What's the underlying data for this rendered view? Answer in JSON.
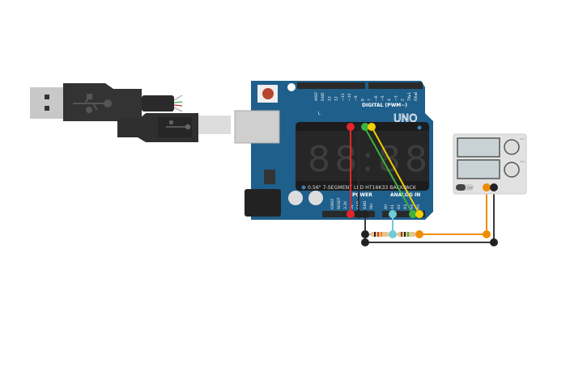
{
  "board": {
    "name": "UNO",
    "digital_label": "DIGITAL (PWM~)",
    "digital_pins": [
      "AREF",
      "GND",
      "13",
      "12",
      "~11",
      "~10",
      "~9",
      "8",
      "7",
      "~6",
      "~5",
      "4",
      "~3",
      "2",
      "TX▸1",
      "RX◂0"
    ],
    "power_label": "POWER",
    "power_pins": [
      "IOREF",
      "RESET",
      "3.3V",
      "5V",
      "GND",
      "GND",
      "Vin"
    ],
    "analog_label": "ANALOG IN",
    "analog_pins": [
      "A0",
      "A1",
      "A2",
      "A3",
      "A4",
      "A5"
    ],
    "led_label": "L",
    "color": "#1f5f8b"
  },
  "display": {
    "label": "0.56\" 7-SEGMENT LED HT16K33 BACKPACK",
    "digits": "88:88"
  },
  "power_supply": {
    "switch_label": "OFF",
    "knob1_label": "CH1",
    "knob2_label": "CH2"
  },
  "wires": {
    "colors": {
      "vcc": "#e5252a",
      "gnd": "#2b2b2b",
      "sda": "#3db33d",
      "scl": "#f0d000",
      "analog": "#6fcbd8",
      "supply": "#f08c00"
    }
  },
  "icons": [
    "usb-icon"
  ]
}
